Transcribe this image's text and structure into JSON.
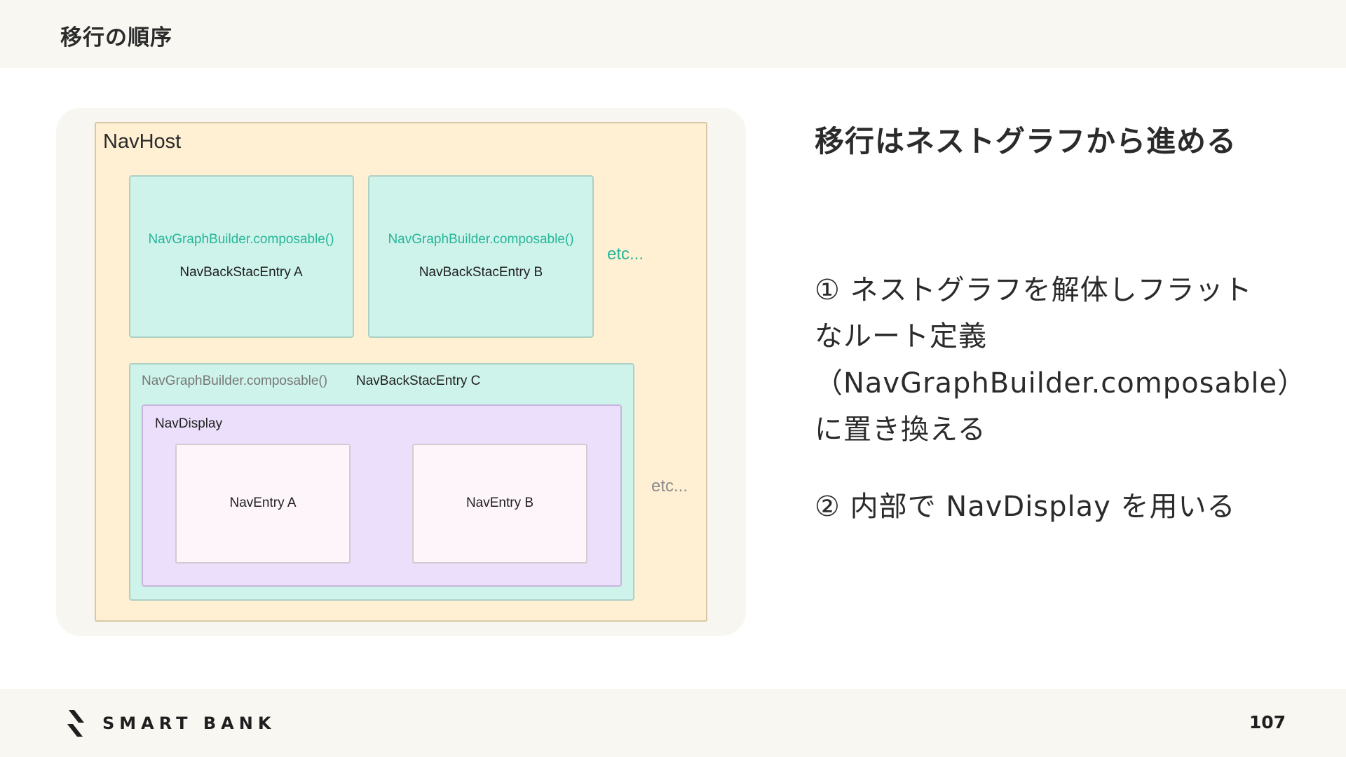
{
  "header": {
    "title": "移行の順序"
  },
  "diagram": {
    "navhost_label": "NavHost",
    "entry_a": {
      "composable": "NavGraphBuilder.composable()",
      "name": "NavBackStacEntry A"
    },
    "entry_b": {
      "composable": "NavGraphBuilder.composable()",
      "name": "NavBackStacEntry B"
    },
    "etc_top": "etc...",
    "entry_c": {
      "composable": "NavGraphBuilder.composable()",
      "name": "NavBackStacEntry C"
    },
    "navdisplay_label": "NavDisplay",
    "naventry_a": "NavEntry A",
    "naventry_b": "NavEntry B",
    "etc_bottom": "etc...",
    "colors": {
      "navhost_bg": "#fff0d4",
      "backstack_entry_bg": "#cef3ea",
      "navdisplay_bg": "#ecdffb",
      "naventry_bg": "#fef5fb",
      "accent_green": "#27b59a"
    }
  },
  "content": {
    "heading": "移行はネストグラフから進める",
    "step1_line1": "① ネストグラフを解体しフラット",
    "step1_line2": "なルート定義",
    "step1_line3": "（NavGraphBuilder.composable）",
    "step1_line4": "に置き換える",
    "step2": "② 内部で NavDisplay を用いる"
  },
  "footer": {
    "logo_text": "SMART BANK",
    "logo_icon": "smartbank-logo-mark",
    "page_number": "107"
  }
}
